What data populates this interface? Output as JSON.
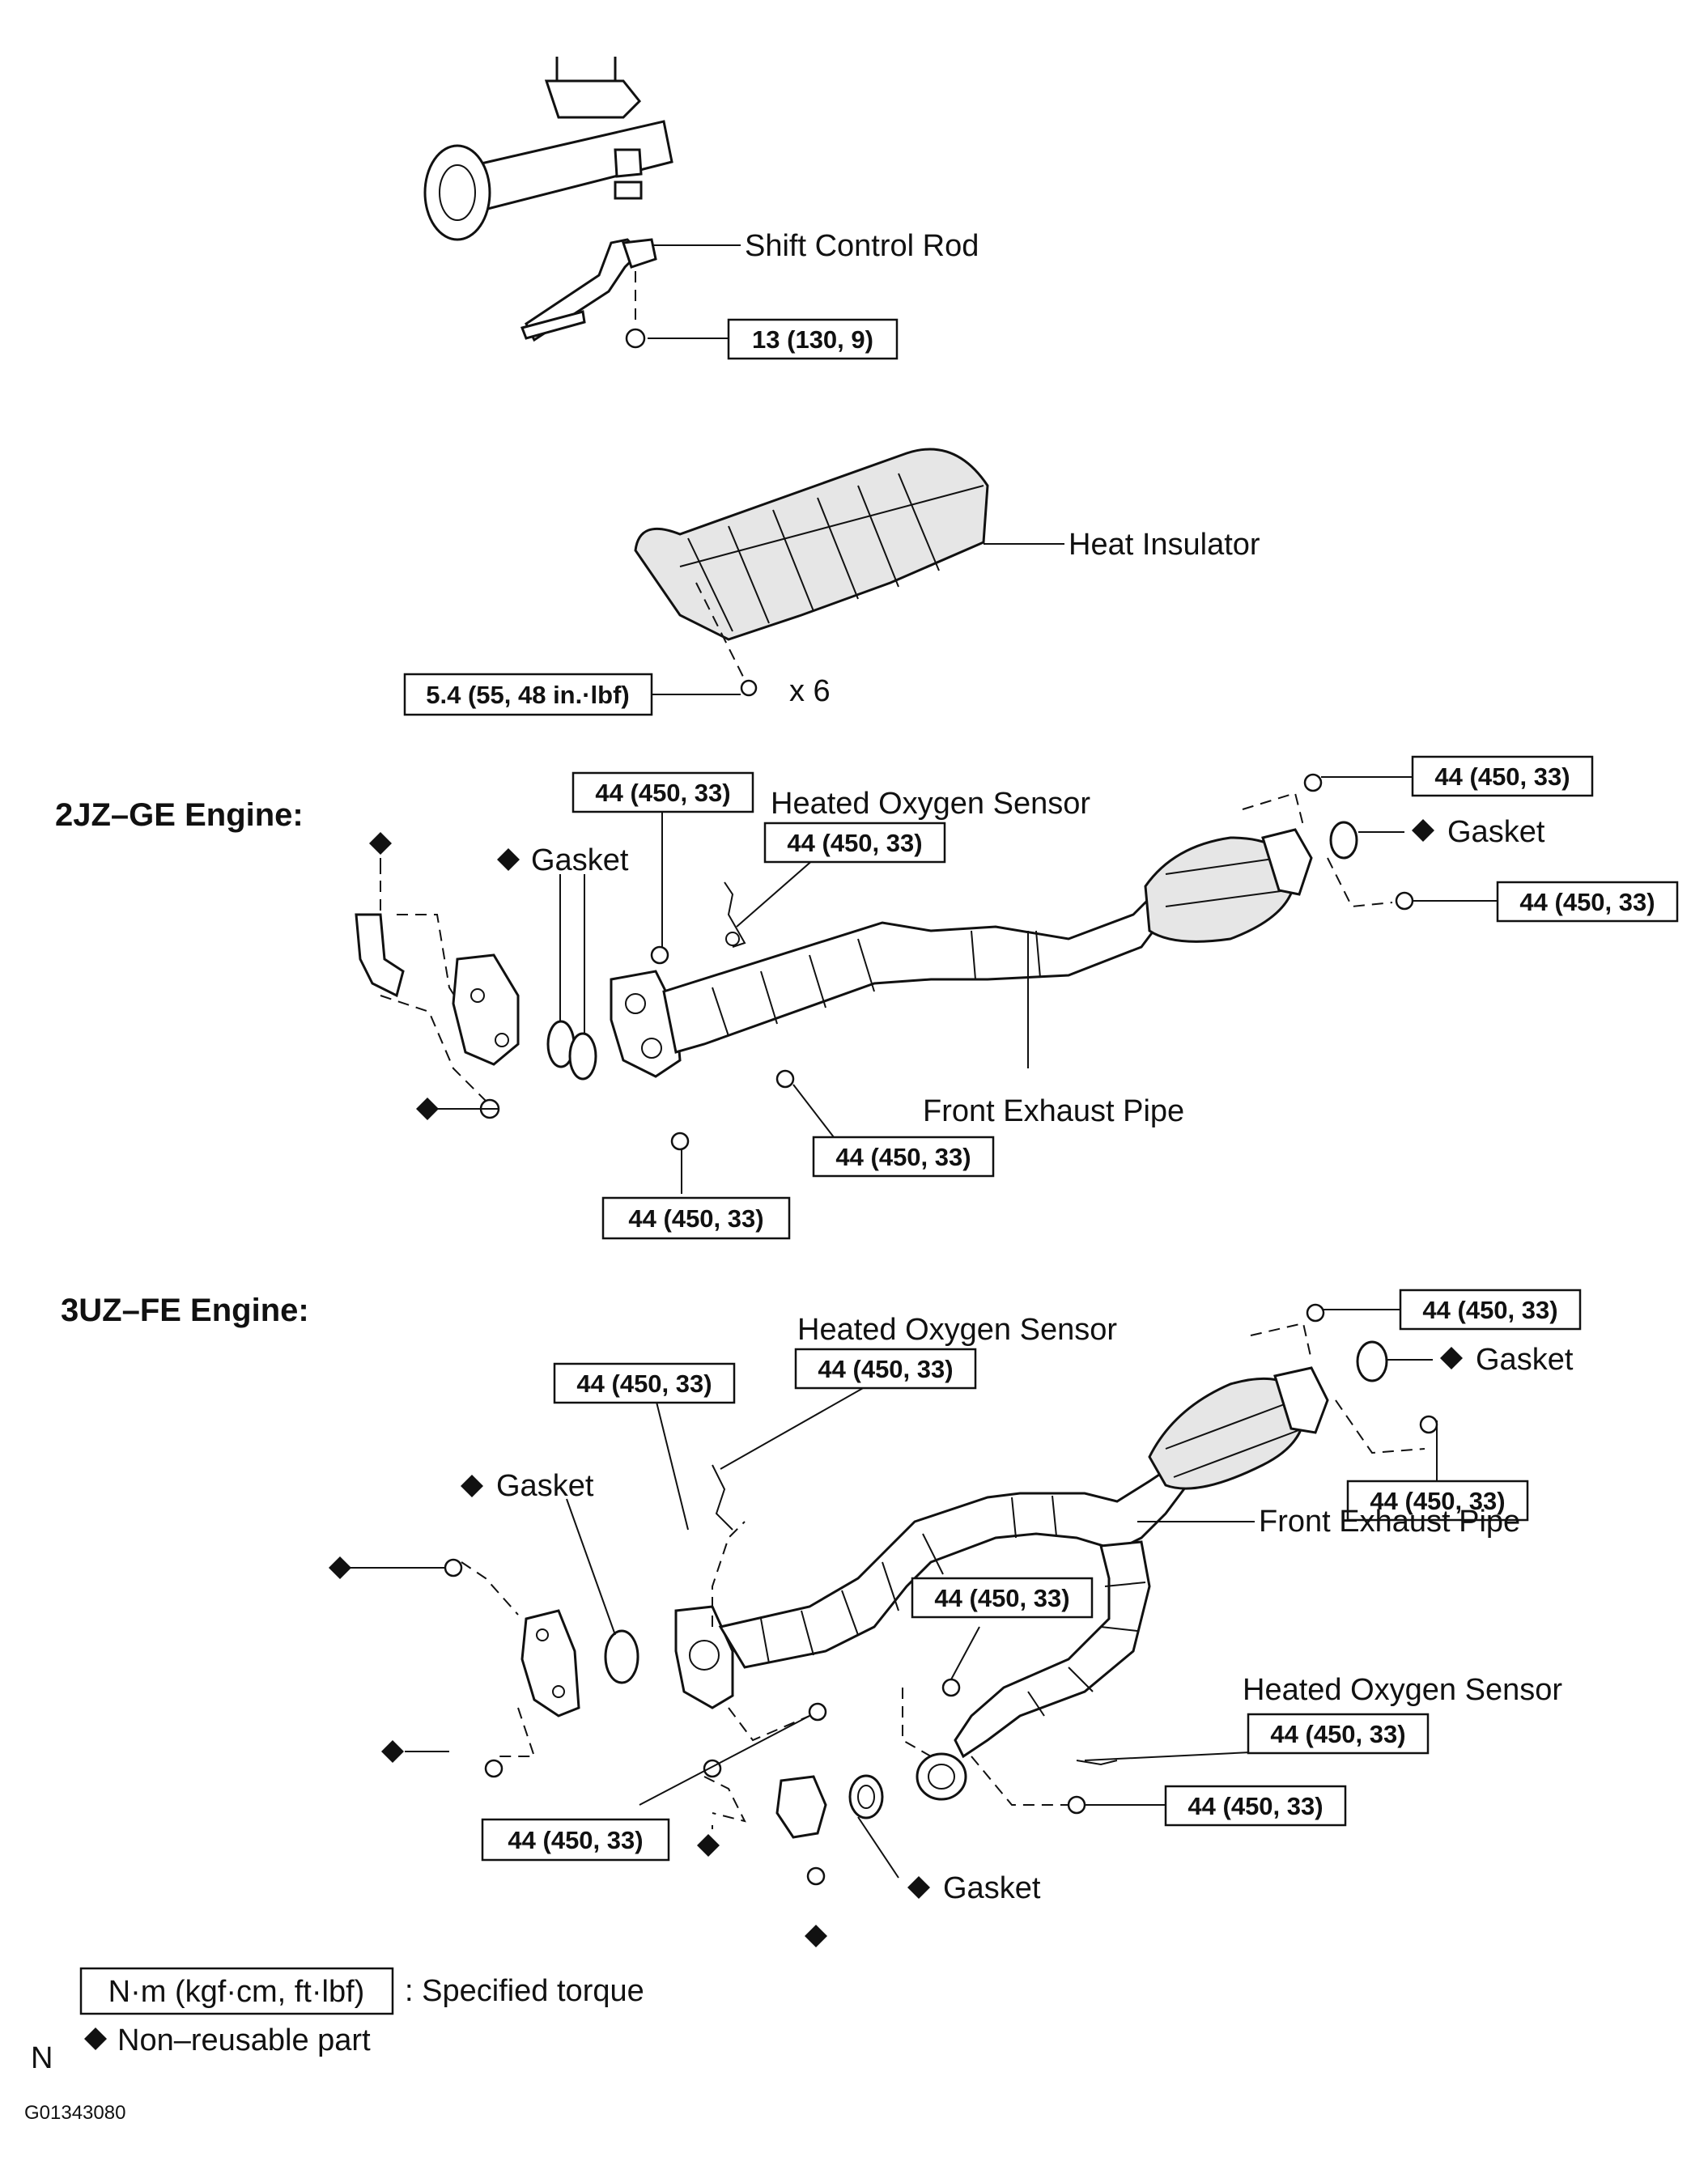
{
  "sections": {
    "engine_2jz_title": "2JZ–GE Engine:",
    "engine_3uz_title": "3UZ–FE Engine:"
  },
  "labels": {
    "shift_control_rod": "Shift Control Rod",
    "heat_insulator": "Heat Insulator",
    "x6": "x 6",
    "heated_oxygen_sensor": "Heated Oxygen Sensor",
    "gasket": "Gasket",
    "front_exhaust_pipe": "Front Exhaust Pipe"
  },
  "torque": {
    "shift_rod_nut": "13 (130, 9)",
    "heat_insulator_bolt": "5.4 (55, 48 in.·lbf)",
    "spec_44": "44 (450, 33)"
  },
  "legend": {
    "unit_box": "N·m (kgf·cm, ft·lbf)",
    "specified_torque": ": Specified torque",
    "non_reusable": "Non–reusable part"
  },
  "figure": {
    "n_mark": "N",
    "figure_id": "G01343080"
  }
}
